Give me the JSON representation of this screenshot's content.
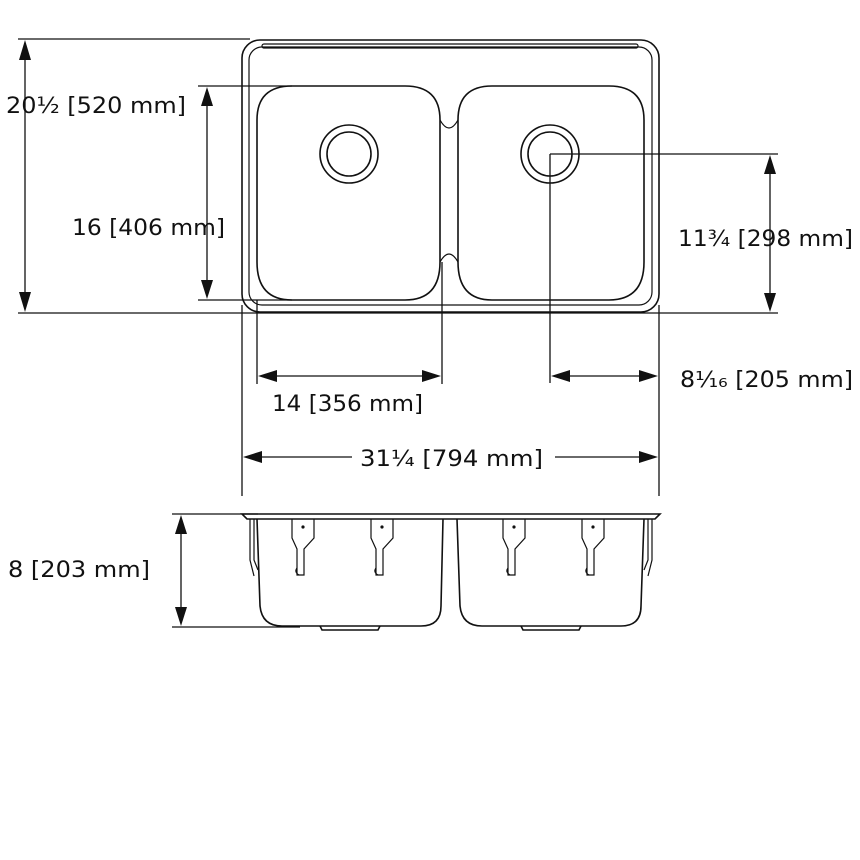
{
  "dimensions": {
    "overall_depth": "20½ [520 mm]",
    "bowl_depth": "16 [406 mm]",
    "drain_to_back": "11¾ [298 mm]",
    "drain_to_side": "8¹⁄₁₆ [205 mm]",
    "bowl_width": "14 [356 mm]",
    "overall_width": "31¼ [794 mm]",
    "bowl_height": "8 [203 mm]"
  }
}
